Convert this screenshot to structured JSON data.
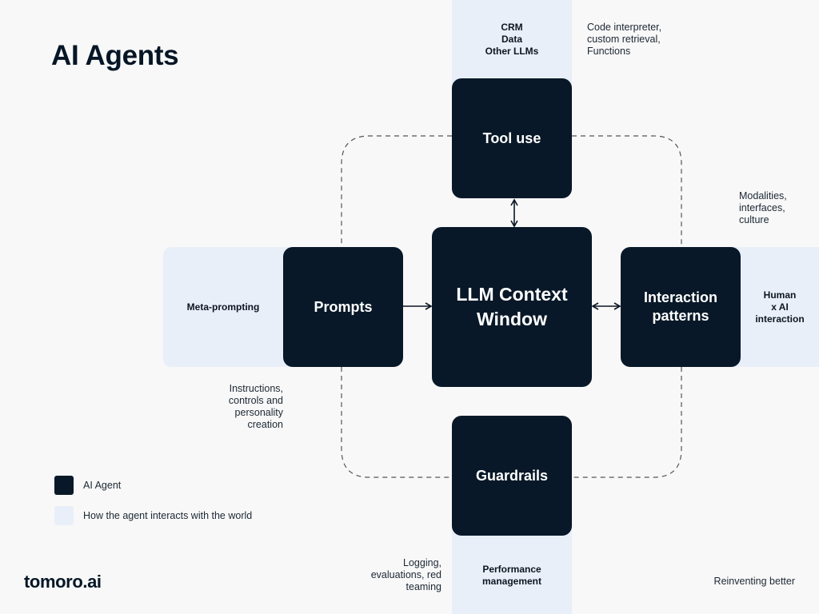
{
  "title": "AI Agents",
  "nodes": {
    "tool_use": "Tool use",
    "prompts": "Prompts",
    "context_line1": "LLM Context",
    "context_line2": "Window",
    "interaction_line1": "Interaction",
    "interaction_line2": "patterns",
    "guardrails": "Guardrails"
  },
  "world": {
    "tools_lines": [
      "CRM",
      "Data",
      "Other LLMs"
    ],
    "meta_prompting": "Meta-prompting",
    "human_ai_lines": [
      "Human",
      "x AI",
      "interaction"
    ],
    "performance_lines": [
      "Performance",
      "management"
    ]
  },
  "notes": {
    "code_interpreter_lines": [
      "Code interpreter,",
      "custom retrieval,",
      "Functions"
    ],
    "modalities_lines": [
      "Modalities,",
      "interfaces,",
      "culture"
    ],
    "instructions_lines": [
      "Instructions,",
      "controls and",
      "personality",
      "creation"
    ],
    "logging_lines": [
      "Logging,",
      "evaluations, red",
      "teaming"
    ]
  },
  "legend": {
    "agent_label": "AI Agent",
    "world_label": "How the agent interacts with the world",
    "agent_color": "#081828",
    "world_color": "#e9eff8"
  },
  "footer": {
    "logo": "tomoro.ai",
    "tagline": "Reinventing better"
  }
}
